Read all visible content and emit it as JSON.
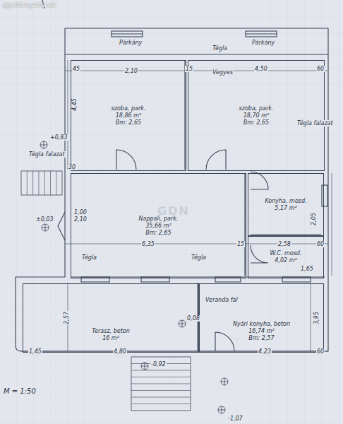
{
  "diagram": {
    "nodes": [
      {
        "text": [
          "szoba, park.",
          "18,86 m²",
          "Bm: 2,65"
        ]
      },
      {
        "text": [
          "szoba, park.",
          "18,70 m²",
          "Bm: 2,65"
        ]
      },
      {
        "text": [
          "Nappali, park.",
          "35,66 m²",
          "Bm: 2,65"
        ]
      },
      {
        "text": [
          "Konyha, mosd.",
          "5,17 m²"
        ]
      },
      {
        "text": [
          "W.C. mosd.",
          "4,02 m²"
        ]
      },
      {
        "text": [
          "Terasz, beton",
          "16 m²"
        ]
      },
      {
        "text": [
          "Nyári konyha, beton",
          "16,74 m²",
          "Bm: 2,57"
        ]
      }
    ],
    "edges": [],
    "labels": [
      "@jobbingatlanok",
      "Tégla",
      "Párkány",
      "Párkány",
      "45",
      "2,10",
      "15",
      "4,50",
      "60",
      "4,45",
      "2,05",
      "+0,83",
      "Tégla falazat",
      "Tégla falazat",
      "Vegyes",
      "30",
      "±0,03",
      "1,00",
      "2,10",
      "6,35",
      "15",
      "2,58",
      "60",
      "Tégla",
      "Tégla",
      "1,65",
      "3,95",
      "2,57",
      "0,08",
      "1,45",
      "4,80",
      "4,23",
      "60",
      "-0,92",
      "-1,07",
      "M = 1:50",
      "GDN",
      "Veranda fal"
    ]
  }
}
